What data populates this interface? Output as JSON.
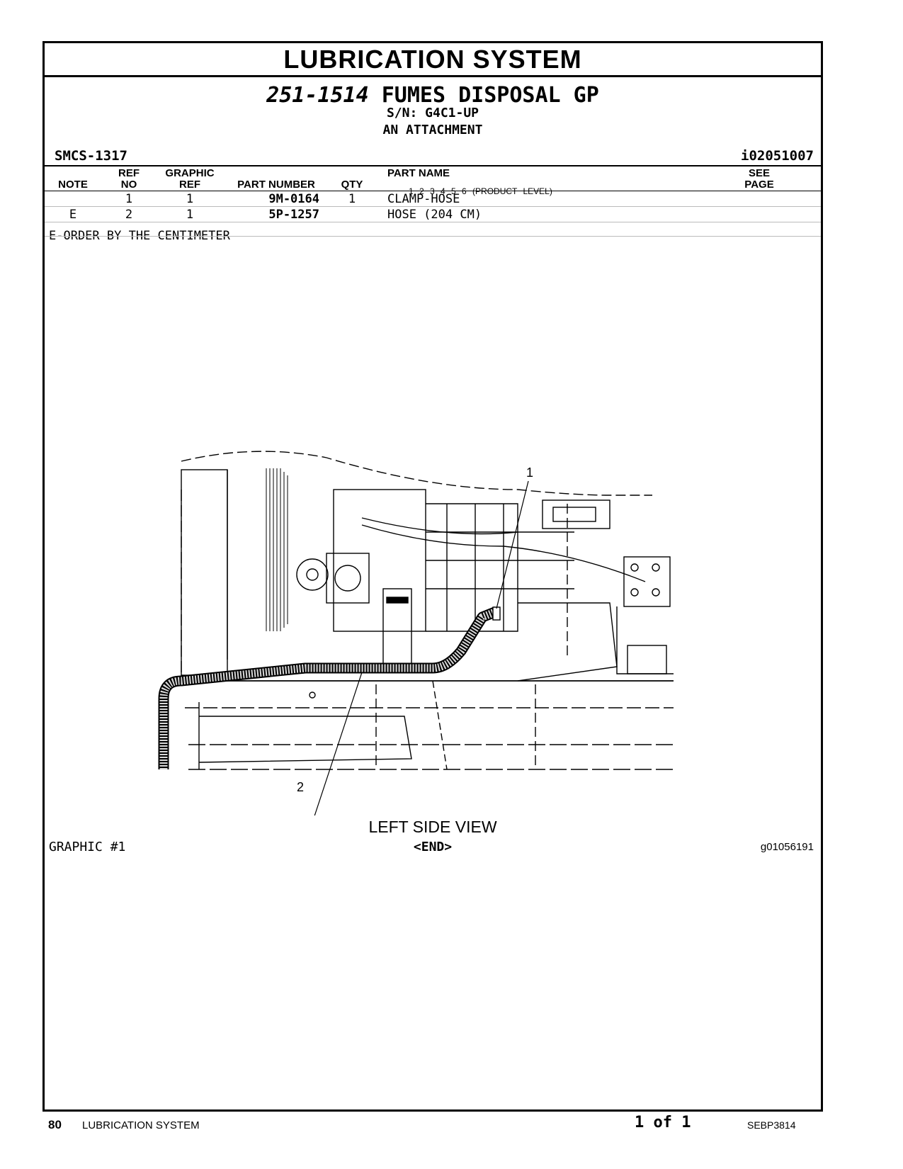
{
  "header": {
    "section_title": "LUBRICATION SYSTEM",
    "part_number": "251-1514",
    "part_name": "FUMES DISPOSAL GP",
    "serial": "S/N: G4C1-UP",
    "subtitle": "AN ATTACHMENT",
    "smcs": "SMCS-1317",
    "ident": "i02051007"
  },
  "table": {
    "headers": {
      "note": "NOTE",
      "ref_no_1": "REF",
      "ref_no_2": "NO",
      "graphic_ref_1": "GRAPHIC",
      "graphic_ref_2": "REF",
      "part_number": "PART NUMBER",
      "qty": "QTY",
      "part_name": "PART NAME",
      "levels": "1   2   3   4   5   6   (PRODUCT LEVEL)",
      "see_page_1": "SEE",
      "see_page_2": "PAGE"
    },
    "rows": [
      {
        "note": "",
        "ref_no": "1",
        "graphic_ref": "1",
        "part_number": "9M-0164",
        "qty": "1",
        "part_name": "CLAMP-HOSE",
        "see_page": ""
      },
      {
        "note": "E",
        "ref_no": "2",
        "graphic_ref": "1",
        "part_number": "5P-1257",
        "qty": "",
        "part_name": "HOSE (204 CM)",
        "see_page": ""
      }
    ],
    "footnote": "E-ORDER BY THE CENTIMETER"
  },
  "graphic": {
    "callouts": [
      "1",
      "2"
    ],
    "view_caption": "LEFT SIDE VIEW",
    "graphic_no": "GRAPHIC #1",
    "end_mark": "<END>",
    "graphic_id": "g01056191"
  },
  "footer": {
    "page_number": "80",
    "section": "LUBRICATION SYSTEM",
    "page_of": "1 of 1",
    "doc_number": "SEBP3814"
  }
}
